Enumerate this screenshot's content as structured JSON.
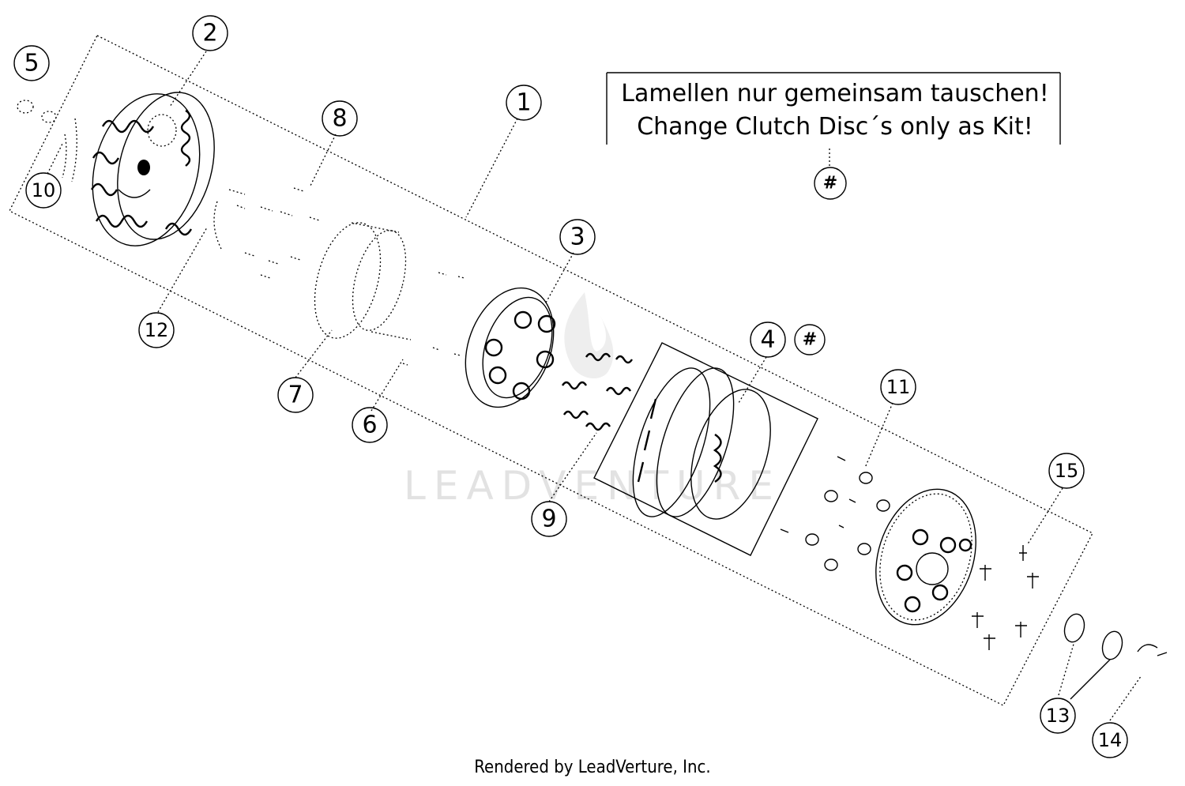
{
  "note": {
    "line1": "Lamellen nur gemeinsam tauschen!",
    "line2": "Change Clutch Disc´s only as Kit!"
  },
  "kit_marker": "#",
  "callouts": [
    {
      "id": "1",
      "label": "1"
    },
    {
      "id": "2",
      "label": "2"
    },
    {
      "id": "3",
      "label": "3"
    },
    {
      "id": "4",
      "label": "4"
    },
    {
      "id": "5",
      "label": "5"
    },
    {
      "id": "6",
      "label": "6"
    },
    {
      "id": "7",
      "label": "7"
    },
    {
      "id": "8",
      "label": "8"
    },
    {
      "id": "9",
      "label": "9"
    },
    {
      "id": "10",
      "label": "10"
    },
    {
      "id": "11",
      "label": "11"
    },
    {
      "id": "12",
      "label": "12"
    },
    {
      "id": "13",
      "label": "13"
    },
    {
      "id": "14",
      "label": "14"
    },
    {
      "id": "15",
      "label": "15"
    }
  ],
  "watermark": "LEADVENTURE",
  "footer": "Rendered by LeadVerture, Inc."
}
